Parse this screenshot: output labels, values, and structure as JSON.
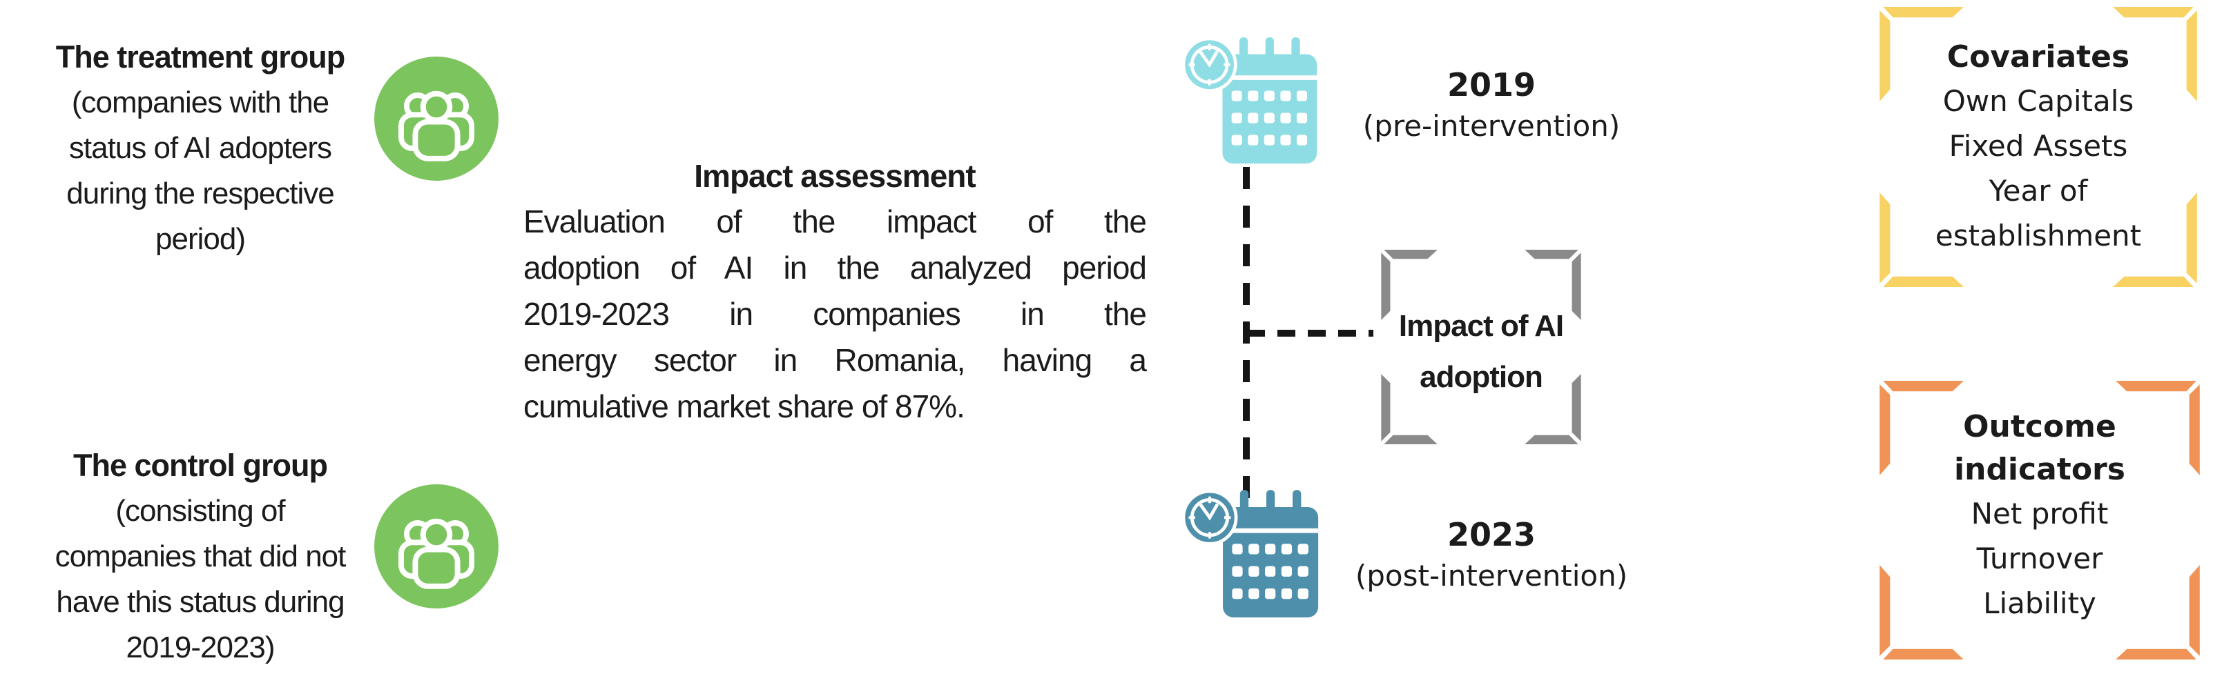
{
  "diagram": {
    "treatment_group": {
      "title": "The treatment group",
      "description_lines": [
        "(companies with the",
        "status of AI adopters",
        "during the respective",
        "period)"
      ]
    },
    "control_group": {
      "title": "The control group",
      "description_lines": [
        "(consisting of",
        "companies that did not",
        "have this status during",
        "2019-2023)"
      ]
    },
    "impact_assessment": {
      "title": "Impact assessment",
      "body_lines": [
        "Evaluation of the impact of the",
        "adoption of AI in the analyzed period",
        "2019-2023 in companies in the",
        "energy sector in Romania, having a",
        "cumulative market share of 87%."
      ]
    },
    "timeline": {
      "pre": {
        "year": "2019",
        "phase": "(pre-intervention)"
      },
      "post": {
        "year": "2023",
        "phase": "(post-intervention)"
      },
      "impact_box_lines": [
        "Impact of AI",
        "adoption"
      ]
    },
    "covariates": {
      "title": "Covariates",
      "items": [
        "Own Capitals",
        "Fixed Assets",
        "Year of establishment"
      ]
    },
    "outcome_indicators": {
      "title": "Outcome indicators",
      "items": [
        "Net profit",
        "Turnover",
        "Liability"
      ]
    },
    "colors": {
      "background": "#FFFFFF",
      "text": "#1B1B1B",
      "group_icon": "#7CC45E",
      "calendar_pre": "#8FDDE4",
      "calendar_post": "#4E90AC",
      "bracket_yellow": "#F8D263",
      "bracket_orange": "#F09356",
      "bracket_gray": "#8A8A8A",
      "dash_line": "#161616"
    }
  }
}
